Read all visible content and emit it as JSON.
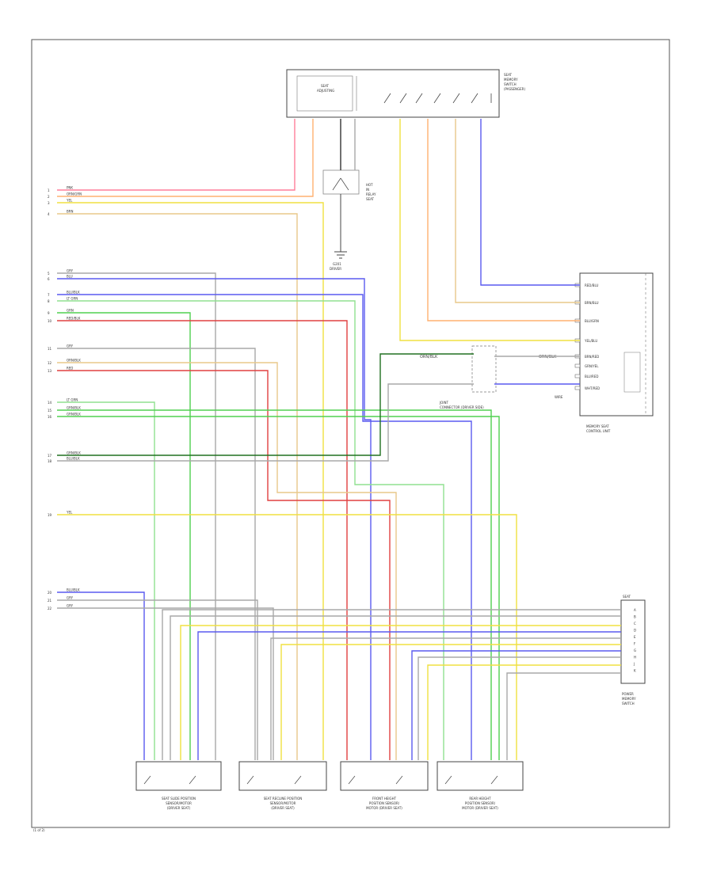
{
  "diagram": {
    "page_code": "(1 of 2)",
    "top_switch": {
      "label": "SEAT",
      "sub_label": "ADJUSTING",
      "side_label": [
        "SEAT",
        "MEMORY",
        "SWITCH",
        "(PASSENGER)"
      ]
    },
    "relay_label": [
      "HOT",
      "IN",
      "RELAY",
      "SEAT"
    ],
    "ground_label": [
      "G201",
      "DRIVER"
    ],
    "right_module": {
      "label": [
        "MEMORY SEAT",
        "CONTROL UNIT"
      ],
      "pins": [
        "RED/BLU",
        "BRN/BLU",
        "BLU/GRN",
        "YEL/BLU",
        "BRN/RED",
        "GRN/YEL",
        "BLU/RED",
        "WHT/RED"
      ]
    },
    "mid_connector": {
      "label": [
        "JOINT",
        "CONNECTOR (DRIVER SIDE)"
      ],
      "left": "ORN/BLK",
      "right": "ORN/BLK",
      "tag": "WIRE"
    },
    "right_connector": {
      "label": [
        "SEAT",
        "POWER",
        "MEMORY",
        "SWITCH"
      ],
      "pins": [
        "A",
        "B",
        "C",
        "D",
        "E",
        "F",
        "G",
        "H",
        "J",
        "K"
      ]
    },
    "bottom_motors": [
      {
        "label": [
          "SEAT SLIDE POSITION",
          "SENSOR/MOTOR",
          "(DRIVER SEAT)"
        ]
      },
      {
        "label": [
          "SEAT RECLINE POSITION",
          "SENSOR/MOTOR",
          "(DRIVER SEAT)"
        ]
      },
      {
        "label": [
          "FRONT HEIGHT",
          "POSITION SENSOR/",
          "MOTOR (DRIVER SEAT)"
        ]
      },
      {
        "label": [
          "REAR HEIGHT",
          "POSITION SENSOR/",
          "MOTOR (DRIVER SEAT)"
        ]
      }
    ],
    "left_wires": [
      {
        "num": "1",
        "name": "PNK"
      },
      {
        "num": "2",
        "name": "ORN/GRN"
      },
      {
        "num": "3",
        "name": "YEL"
      },
      {
        "num": "4",
        "name": "BRN"
      },
      {
        "num": "5",
        "name": "GRY"
      },
      {
        "num": "6",
        "name": "BLU"
      },
      {
        "num": "7",
        "name": "BLU/BLK"
      },
      {
        "num": "8",
        "name": "LT GRN"
      },
      {
        "num": "9",
        "name": "GRN"
      },
      {
        "num": "10",
        "name": "RED/BLK"
      },
      {
        "num": "11",
        "name": "GRY"
      },
      {
        "num": "12",
        "name": "ORN/BLK"
      },
      {
        "num": "13",
        "name": "RED"
      },
      {
        "num": "14",
        "name": "LT GRN"
      },
      {
        "num": "15",
        "name": "GRN/BLK"
      },
      {
        "num": "16",
        "name": "GRN/BLK"
      },
      {
        "num": "17",
        "name": "GRN/BLK"
      },
      {
        "num": "18",
        "name": "BLU/BLK"
      },
      {
        "num": "19",
        "name": "YEL"
      },
      {
        "num": "20",
        "name": "BLU/BLK"
      },
      {
        "num": "21",
        "name": "GRY"
      },
      {
        "num": "22",
        "name": "GRY"
      }
    ],
    "colors": {
      "PNK": "#ff7f9a",
      "ORN": "#ffb070",
      "YEL": "#f0e040",
      "TAN": "#e8c88a",
      "GRY": "#a8a8a8",
      "BLU": "#5a5af0",
      "GRN": "#50d050",
      "LTGRN": "#90e090",
      "RED": "#e04040",
      "DKGRN": "#207020",
      "BLK": "#333333"
    }
  }
}
